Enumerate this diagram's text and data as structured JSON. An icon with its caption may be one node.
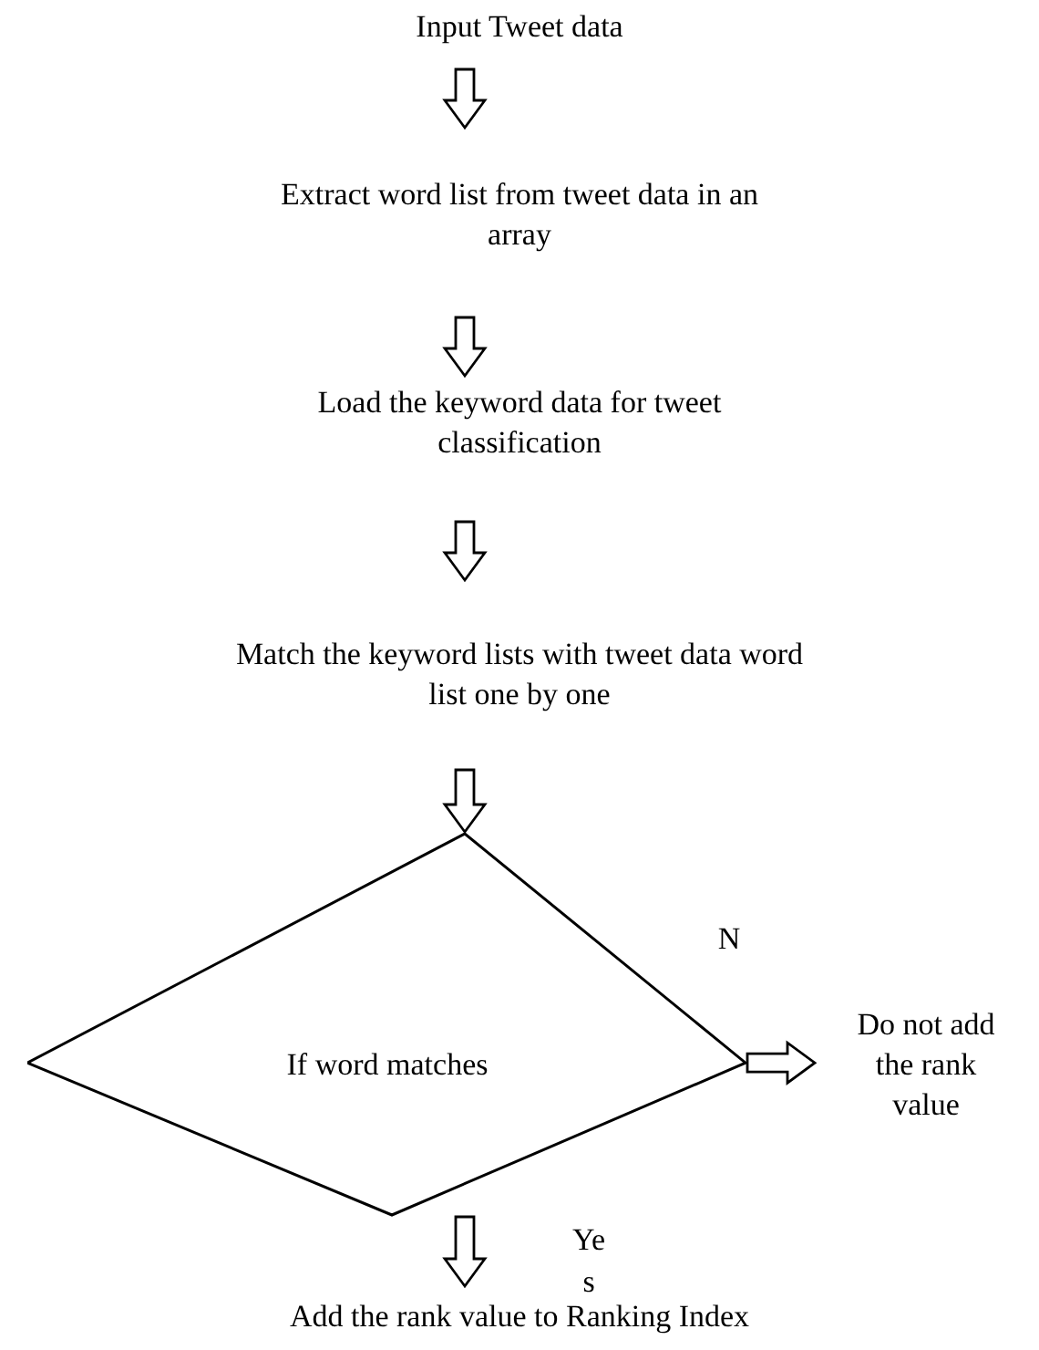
{
  "diagram": {
    "nodes": [
      {
        "text": [
          "Input Tweet data"
        ]
      },
      {
        "text": [
          "Extract word list from tweet data in an array"
        ]
      },
      {
        "text": [
          "Load the keyword data for tweet classification"
        ]
      },
      {
        "text": [
          "Match the keyword lists with tweet data word list one by one"
        ]
      },
      {
        "text": [
          "If word matches"
        ]
      },
      {
        "text": [
          "Do not add the rank value"
        ]
      },
      {
        "text": [
          "Add the rank value to Ranking Index"
        ]
      }
    ],
    "edges": [
      {
        "from": 0,
        "to": 1,
        "arrow": "to"
      },
      {
        "from": 1,
        "to": 2,
        "arrow": "to"
      },
      {
        "from": 2,
        "to": 3,
        "arrow": "to"
      },
      {
        "from": 3,
        "to": 4,
        "arrow": "to"
      },
      {
        "from": 4,
        "to": 5,
        "arrow": "to",
        "label": "N"
      },
      {
        "from": 4,
        "to": 6,
        "arrow": "to",
        "label": "Yes"
      }
    ]
  }
}
